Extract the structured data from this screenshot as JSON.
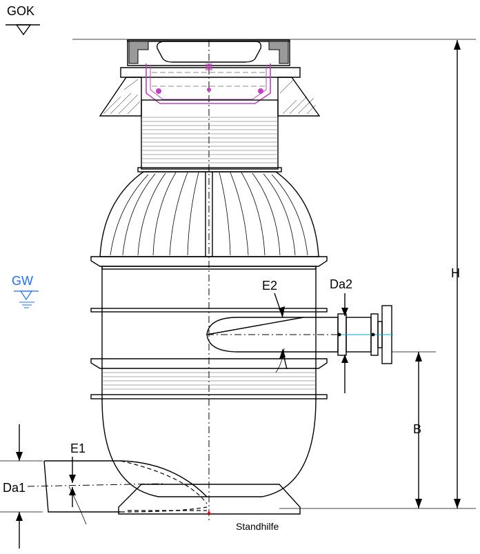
{
  "labels": {
    "gok": "GOK",
    "gw": "GW",
    "h": "H",
    "b": "B",
    "e1": "E1",
    "e2": "E2",
    "da1": "Da1",
    "da2": "Da2",
    "standhilfe": "Standhilfe"
  },
  "colors": {
    "line": "#000000",
    "groundwater": "#1e6fff",
    "frame_accent": "#c040c0",
    "pipe_accent": "#00aacc",
    "marker": "#ff0000"
  },
  "icons": {
    "ground_level": "ground-level-triangle-icon",
    "groundwater_level": "groundwater-level-triangle-icon"
  }
}
